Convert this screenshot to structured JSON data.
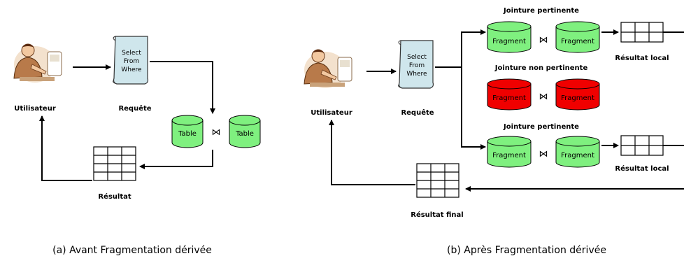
{
  "left": {
    "user_label": "Utilisateur",
    "request_label": "Requête",
    "query_lines": [
      "Select",
      "From",
      "Where"
    ],
    "table1": "Table",
    "table2": "Table",
    "join_symbol": "⋈",
    "result_label": "Résultat",
    "caption": "(a) Avant Fragmentation dérivée"
  },
  "right": {
    "user_label": "Utilisateur",
    "request_label": "Requête",
    "query_lines": [
      "Select",
      "From",
      "Where"
    ],
    "join_top_label": "Jointure pertinente",
    "join_mid_label": "Jointure non pertinente",
    "join_bot_label": "Jointure pertinente",
    "fragment_label": "Fragment",
    "join_symbol": "⋈",
    "local_result_top": "Résultat local",
    "local_result_bot": "Résultat local",
    "final_result_label": "Résultat final",
    "caption": "(b) Après Fragmentation dérivée"
  },
  "colors": {
    "green": "#7ff07f",
    "red": "#f00000",
    "scroll": "#cfe6ec"
  }
}
